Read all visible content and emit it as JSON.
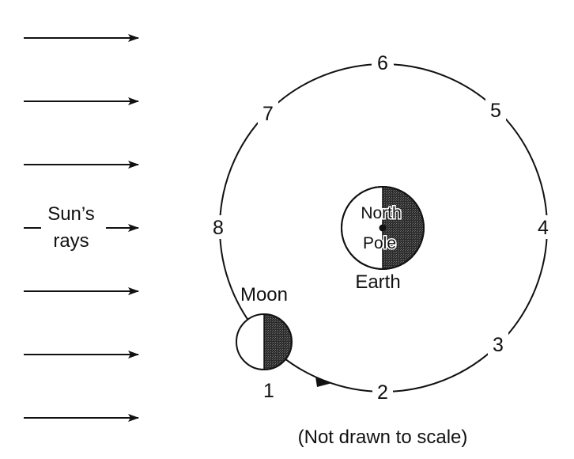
{
  "sun_label": {
    "line1": "Sun’s",
    "line2": "rays"
  },
  "moon_label": "Moon",
  "earth_label": "Earth",
  "north_pole_label": {
    "line1": "North",
    "line2": "Pole"
  },
  "positions": [
    "1",
    "2",
    "3",
    "4",
    "5",
    "6",
    "7",
    "8"
  ],
  "scale_note": "(Not drawn to scale)",
  "icons": {
    "ray": "arrow-right-icon",
    "orbit_direction": "arrowhead-icon"
  },
  "colors": {
    "line": "#111111",
    "dark_side": "#3a3a3a",
    "lit_side": "#ffffff"
  }
}
